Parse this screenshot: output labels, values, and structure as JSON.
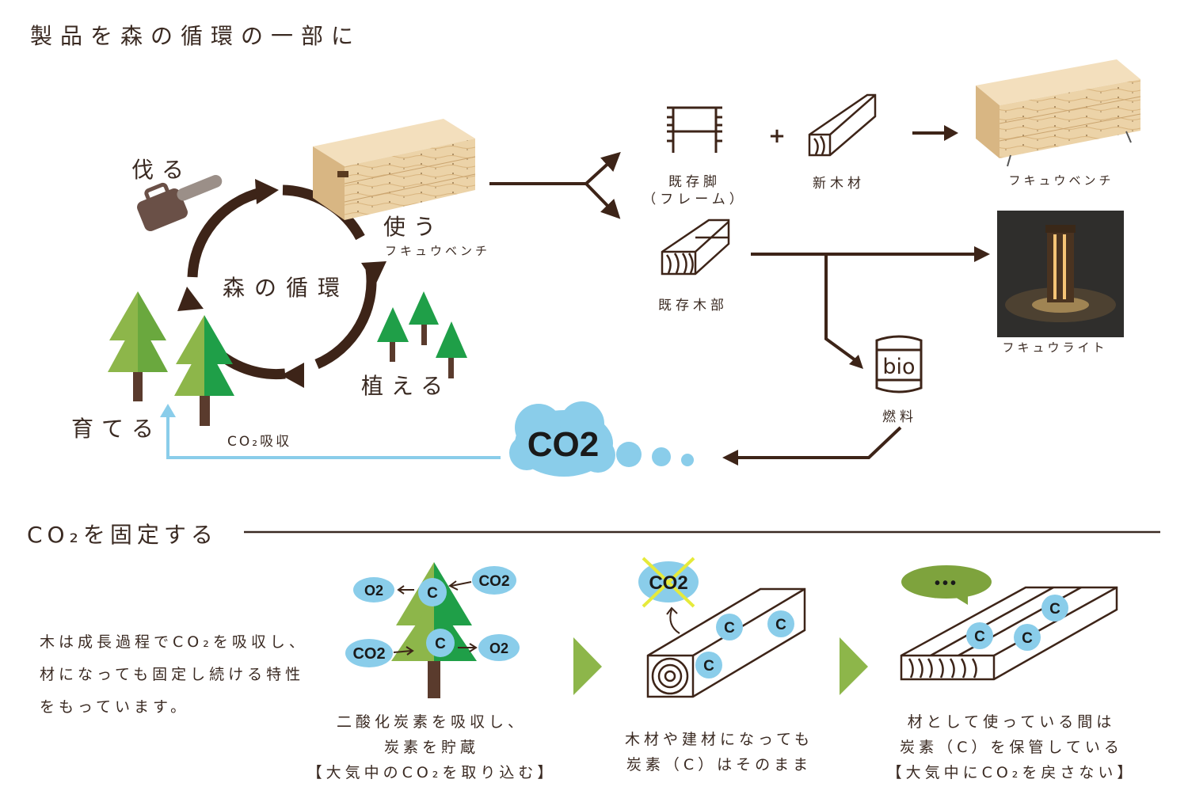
{
  "heading_top": "製品を森の循環の一部に",
  "cycle": {
    "center_label": "森の循環",
    "cut": "伐る",
    "use": "使う",
    "use_sub": "フキュウベンチ",
    "plant": "植える",
    "grow": "育てる"
  },
  "flow": {
    "frame_label": "既存脚",
    "frame_sub": "（フレーム）",
    "plus": "+",
    "new_wood": "新木材",
    "bench_label": "フキュウベンチ",
    "old_wood": "既存木部",
    "light_label": "フキュウライト",
    "bio_text": "bio",
    "fuel_label": "燃料",
    "co2_big": "CO2",
    "absorb": "CO₂吸収"
  },
  "section2": {
    "heading": "CO₂を固定する",
    "paragraph": "木は成長過程でCO₂を吸収し、材になっても固定し続ける特性をもっています。",
    "step1": {
      "line1": "二酸化炭素を吸収し、",
      "line2": "炭素を貯蔵",
      "line3": "【大気中のCO₂を取り込む】",
      "o2": "O2",
      "co2": "CO2",
      "c": "C"
    },
    "step2": {
      "line1": "木材や建材になっても",
      "line2": "炭素（C）はそのまま",
      "co2": "CO2",
      "c": "C"
    },
    "step3": {
      "line1": "材として使っている間は",
      "line2": "炭素（C）を保管している",
      "line3": "【大気中にCO₂を戻さない】",
      "dots": "•••",
      "c": "C"
    }
  },
  "colors": {
    "brown": "#3d2418",
    "light_blue": "#8acdea",
    "green_light": "#8db64a",
    "green_dark": "#1f9f48",
    "olive": "#7ea33d",
    "wood": "#e8c99a"
  }
}
